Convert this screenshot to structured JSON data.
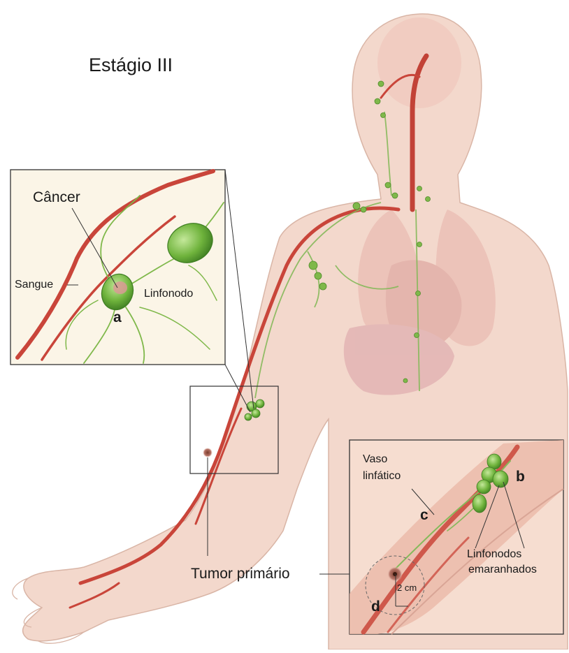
{
  "title": "Estágio III",
  "labels": {
    "cancer": "Câncer",
    "sangue": "Sangue",
    "linfonodo": "Linfonodo",
    "a": "a",
    "vaso_line1": "Vaso",
    "vaso_line2": "linfático",
    "b": "b",
    "c": "c",
    "d": "d",
    "linfonodos_line1": "Linfonodos",
    "linfonodos_line2": "emaranhados",
    "tumor": "Tumor primário",
    "measure": "2 cm"
  },
  "colors": {
    "skin": "#f3d8cc",
    "artery": "#c9453a",
    "lymph": "#7fb84a",
    "node": "#5fa534"
  }
}
